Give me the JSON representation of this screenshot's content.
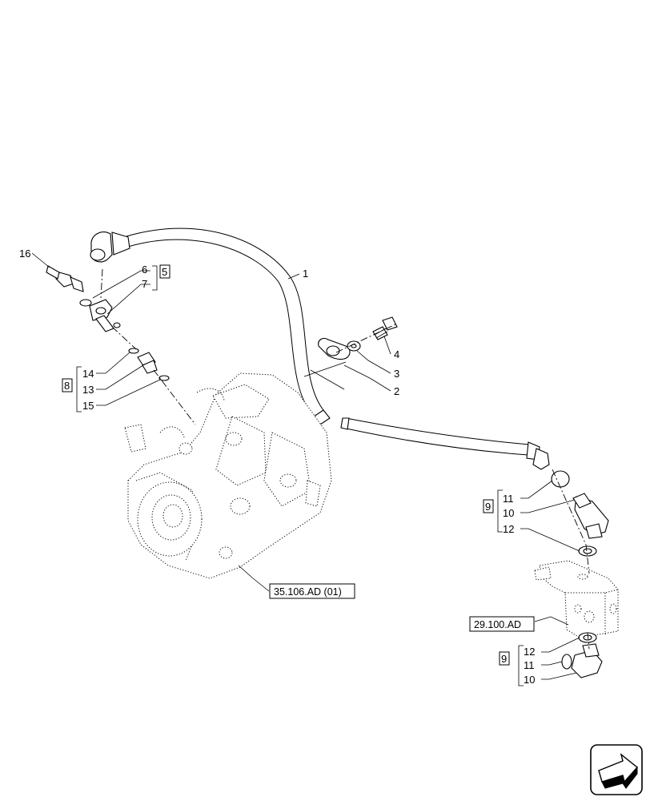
{
  "callouts": {
    "c1": "1",
    "c2": "2",
    "c3": "3",
    "c4": "4",
    "c5": "5",
    "c6": "6",
    "c7": "7",
    "c8": "8",
    "c13": "13",
    "c14": "14",
    "c15": "15",
    "c16": "16",
    "g1_9": "9",
    "g1_10": "10",
    "g1_11": "11",
    "g1_12": "12",
    "g2_9": "9",
    "g2_10": "10",
    "g2_11": "11",
    "g2_12": "12"
  },
  "references": {
    "pump": "35.106.AD (01)",
    "valve": "29.100.AD"
  },
  "nav_icon": "next-page-arrow-icon"
}
